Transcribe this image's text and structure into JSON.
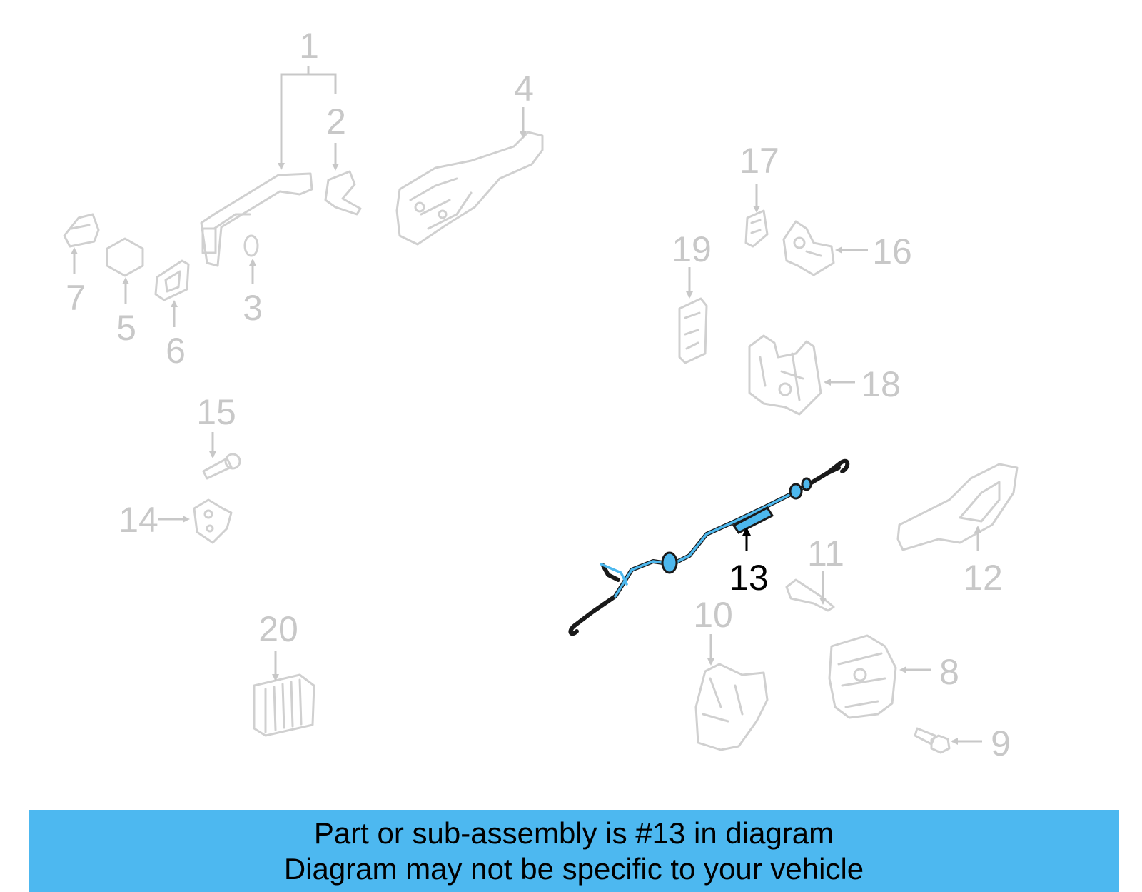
{
  "diagram": {
    "highlight_color": "#4db8f0",
    "muted_color": "#c8c8c8",
    "callouts": {
      "c1": "1",
      "c2": "2",
      "c3": "3",
      "c4": "4",
      "c5": "5",
      "c6": "6",
      "c7": "7",
      "c8": "8",
      "c9": "9",
      "c10": "10",
      "c11": "11",
      "c12": "12",
      "c13": "13",
      "c14": "14",
      "c15": "15",
      "c16": "16",
      "c17": "17",
      "c18": "18",
      "c19": "19",
      "c20": "20"
    }
  },
  "banner": {
    "line1": "Part or sub-assembly is #13 in diagram",
    "line2": "Diagram may not be specific to your vehicle",
    "background": "#4db8f0"
  }
}
